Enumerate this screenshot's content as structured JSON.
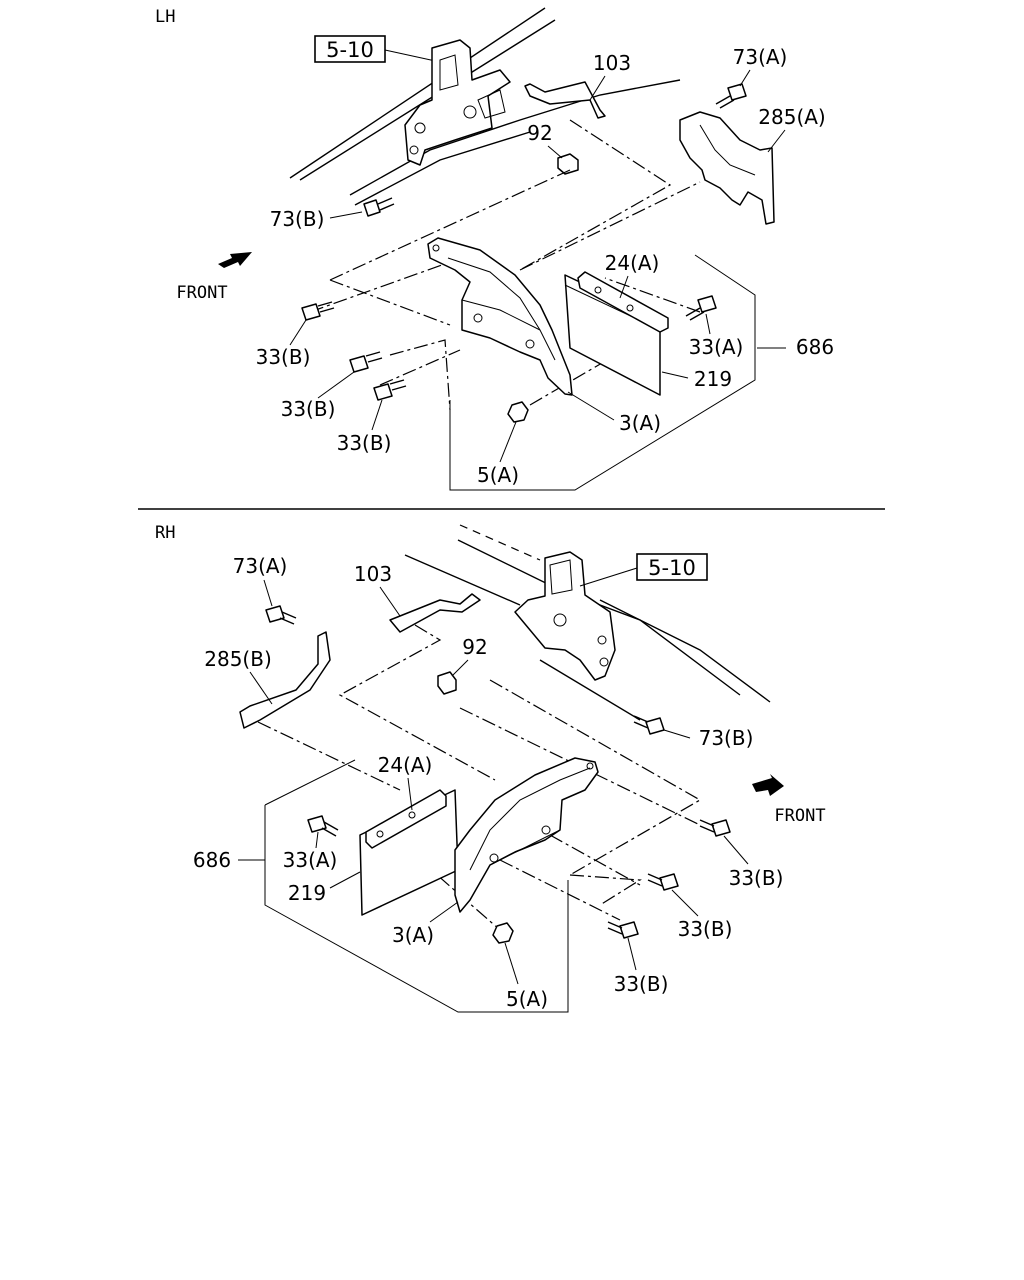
{
  "sections": [
    {
      "side": "LH",
      "ref_box": "5-10",
      "labels": {
        "p103": "103",
        "p73a": "73(A)",
        "p285": "285(A)",
        "p92": "92",
        "p73b": "73(B)",
        "front": "FRONT",
        "p24a": "24(A)",
        "p33a": "33(A)",
        "p686": "686",
        "p33b1": "33(B)",
        "p219": "219",
        "p33b2": "33(B)",
        "p3a": "3(A)",
        "p33b3": "33(B)",
        "p5a": "5(A)"
      }
    },
    {
      "side": "RH",
      "ref_box": "5-10",
      "labels": {
        "p73a": "73(A)",
        "p103": "103",
        "p285": "285(B)",
        "p92": "92",
        "p73b": "73(B)",
        "front": "FRONT",
        "p24a": "24(A)",
        "p33a": "33(A)",
        "p686": "686",
        "p33b1": "33(B)",
        "p219": "219",
        "p3a": "3(A)",
        "p33b2": "33(B)",
        "p5a": "5(A)",
        "p33b3": "33(B)"
      }
    }
  ]
}
